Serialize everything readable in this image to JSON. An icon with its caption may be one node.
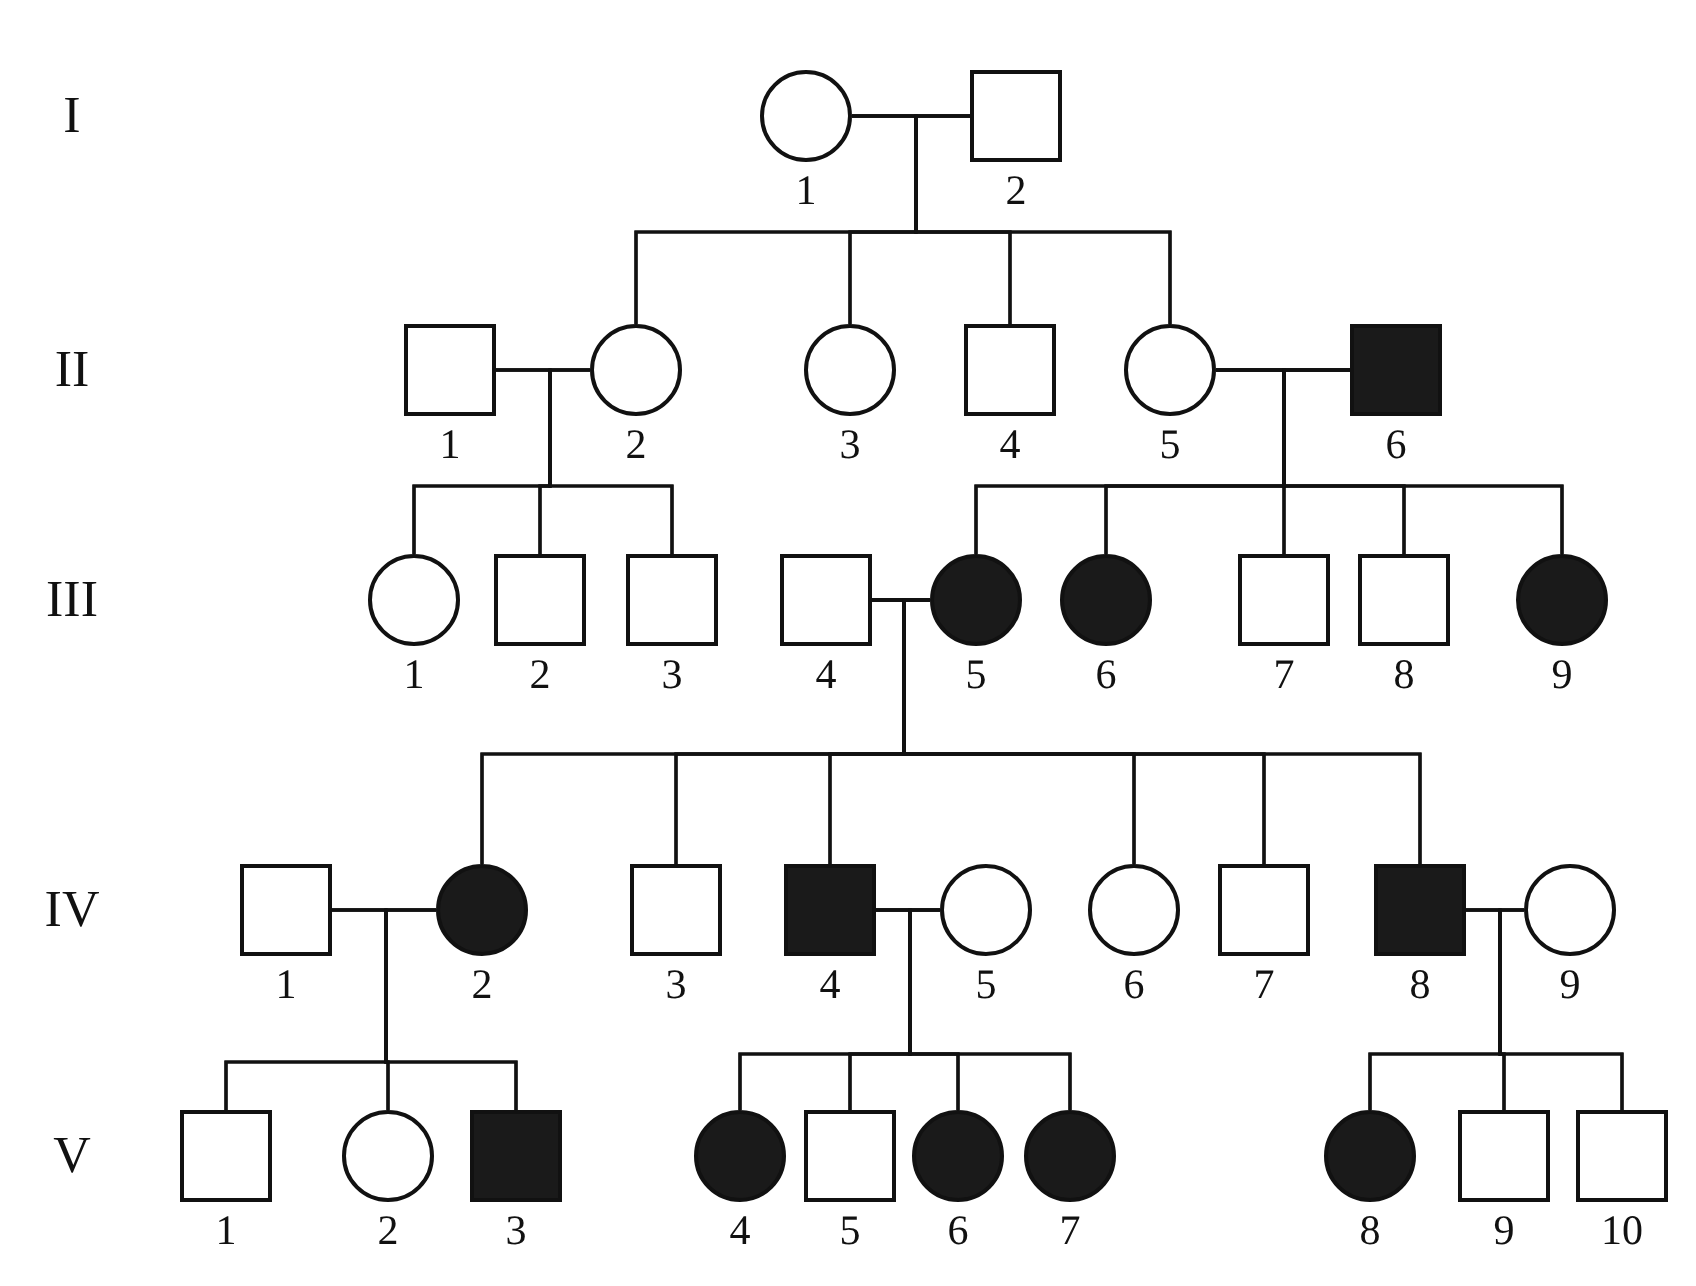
{
  "diagram": {
    "nodes": [
      {
        "text": [],
        "shape": "circle",
        "beside": [
          "1"
        ]
      },
      {
        "text": [],
        "shape": "box",
        "beside": [
          "2"
        ]
      },
      {
        "text": [],
        "shape": "box",
        "beside": [
          "1"
        ]
      },
      {
        "text": [],
        "shape": "circle",
        "beside": [
          "2"
        ]
      },
      {
        "text": [],
        "shape": "circle",
        "beside": [
          "3"
        ]
      },
      {
        "text": [],
        "shape": "box",
        "beside": [
          "4"
        ]
      },
      {
        "text": [],
        "shape": "circle",
        "beside": [
          "5"
        ]
      },
      {
        "text": [],
        "shape": "filled-box",
        "beside": [
          "6"
        ]
      },
      {
        "text": [],
        "shape": "circle",
        "beside": [
          "1"
        ]
      },
      {
        "text": [],
        "shape": "box",
        "beside": [
          "2"
        ]
      },
      {
        "text": [],
        "shape": "box",
        "beside": [
          "3"
        ]
      },
      {
        "text": [],
        "shape": "box",
        "beside": [
          "4"
        ]
      },
      {
        "text": [],
        "shape": "filled-circle",
        "beside": [
          "5"
        ]
      },
      {
        "text": [],
        "shape": "filled-circle",
        "beside": [
          "6"
        ]
      },
      {
        "text": [],
        "shape": "box",
        "beside": [
          "7"
        ]
      },
      {
        "text": [],
        "shape": "box",
        "beside": [
          "8"
        ]
      },
      {
        "text": [],
        "shape": "filled-circle",
        "beside": [
          "9"
        ]
      },
      {
        "text": [],
        "shape": "box",
        "beside": [
          "1"
        ]
      },
      {
        "text": [],
        "shape": "filled-circle",
        "beside": [
          "2"
        ]
      },
      {
        "text": [],
        "shape": "box",
        "beside": [
          "3"
        ]
      },
      {
        "text": [],
        "shape": "filled-box",
        "beside": [
          "4"
        ]
      },
      {
        "text": [],
        "shape": "circle",
        "beside": [
          "5"
        ]
      },
      {
        "text": [],
        "shape": "circle",
        "beside": [
          "6"
        ]
      },
      {
        "text": [],
        "shape": "box",
        "beside": [
          "7"
        ]
      },
      {
        "text": [],
        "shape": "filled-box",
        "beside": [
          "8"
        ]
      },
      {
        "text": [],
        "shape": "circle",
        "beside": [
          "9"
        ]
      },
      {
        "text": [],
        "shape": "box",
        "beside": [
          "1"
        ]
      },
      {
        "text": [],
        "shape": "circle",
        "beside": [
          "2"
        ]
      },
      {
        "text": [],
        "shape": "filled-box",
        "beside": [
          "3"
        ]
      },
      {
        "text": [],
        "shape": "filled-circle",
        "beside": [
          "4"
        ]
      },
      {
        "text": [],
        "shape": "box",
        "beside": [
          "5"
        ]
      },
      {
        "text": [],
        "shape": "filled-circle",
        "beside": [
          "6"
        ]
      },
      {
        "text": [],
        "shape": "filled-circle",
        "beside": [
          "7"
        ]
      },
      {
        "text": [],
        "shape": "filled-circle",
        "beside": [
          "8"
        ]
      },
      {
        "text": [],
        "shape": "box",
        "beside": [
          "9"
        ]
      },
      {
        "text": [],
        "shape": "box",
        "beside": [
          "10"
        ]
      }
    ],
    "edges": [
      {
        "from": 0,
        "to": 1,
        "arrow": "none"
      },
      {
        "from": 2,
        "to": 3,
        "arrow": "none"
      },
      {
        "from": 6,
        "to": 7,
        "arrow": "none"
      },
      {
        "from": 11,
        "to": 12,
        "arrow": "none"
      },
      {
        "from": 17,
        "to": 18,
        "arrow": "none"
      },
      {
        "from": 20,
        "to": 21,
        "arrow": "none"
      },
      {
        "from": 24,
        "to": 25,
        "arrow": "none"
      },
      {
        "from": 0,
        "to": 3,
        "arrow": "none"
      },
      {
        "from": 1,
        "to": 3,
        "arrow": "none"
      },
      {
        "from": 0,
        "to": 4,
        "arrow": "none"
      },
      {
        "from": 1,
        "to": 4,
        "arrow": "none"
      },
      {
        "from": 0,
        "to": 5,
        "arrow": "none"
      },
      {
        "from": 1,
        "to": 5,
        "arrow": "none"
      },
      {
        "from": 0,
        "to": 6,
        "arrow": "none"
      },
      {
        "from": 1,
        "to": 6,
        "arrow": "none"
      },
      {
        "from": 2,
        "to": 8,
        "arrow": "none"
      },
      {
        "from": 3,
        "to": 8,
        "arrow": "none"
      },
      {
        "from": 2,
        "to": 9,
        "arrow": "none"
      },
      {
        "from": 3,
        "to": 9,
        "arrow": "none"
      },
      {
        "from": 2,
        "to": 10,
        "arrow": "none"
      },
      {
        "from": 3,
        "to": 10,
        "arrow": "none"
      },
      {
        "from": 6,
        "to": 12,
        "arrow": "none"
      },
      {
        "from": 7,
        "to": 12,
        "arrow": "none"
      },
      {
        "from": 6,
        "to": 13,
        "arrow": "none"
      },
      {
        "from": 7,
        "to": 13,
        "arrow": "none"
      },
      {
        "from": 6,
        "to": 14,
        "arrow": "none"
      },
      {
        "from": 7,
        "to": 14,
        "arrow": "none"
      },
      {
        "from": 6,
        "to": 15,
        "arrow": "none"
      },
      {
        "from": 7,
        "to": 15,
        "arrow": "none"
      },
      {
        "from": 6,
        "to": 16,
        "arrow": "none"
      },
      {
        "from": 7,
        "to": 16,
        "arrow": "none"
      },
      {
        "from": 11,
        "to": 18,
        "arrow": "none"
      },
      {
        "from": 12,
        "to": 18,
        "arrow": "none"
      },
      {
        "from": 11,
        "to": 19,
        "arrow": "none"
      },
      {
        "from": 12,
        "to": 19,
        "arrow": "none"
      },
      {
        "from": 11,
        "to": 20,
        "arrow": "none"
      },
      {
        "from": 12,
        "to": 20,
        "arrow": "none"
      },
      {
        "from": 11,
        "to": 22,
        "arrow": "none"
      },
      {
        "from": 12,
        "to": 22,
        "arrow": "none"
      },
      {
        "from": 11,
        "to": 23,
        "arrow": "none"
      },
      {
        "from": 12,
        "to": 23,
        "arrow": "none"
      },
      {
        "from": 11,
        "to": 24,
        "arrow": "none"
      },
      {
        "from": 12,
        "to": 24,
        "arrow": "none"
      },
      {
        "from": 17,
        "to": 26,
        "arrow": "none"
      },
      {
        "from": 18,
        "to": 26,
        "arrow": "none"
      },
      {
        "from": 17,
        "to": 27,
        "arrow": "none"
      },
      {
        "from": 18,
        "to": 27,
        "arrow": "none"
      },
      {
        "from": 17,
        "to": 28,
        "arrow": "none"
      },
      {
        "from": 18,
        "to": 28,
        "arrow": "none"
      },
      {
        "from": 20,
        "to": 29,
        "arrow": "none"
      },
      {
        "from": 21,
        "to": 29,
        "arrow": "none"
      },
      {
        "from": 20,
        "to": 30,
        "arrow": "none"
      },
      {
        "from": 21,
        "to": 30,
        "arrow": "none"
      },
      {
        "from": 20,
        "to": 31,
        "arrow": "none"
      },
      {
        "from": 21,
        "to": 31,
        "arrow": "none"
      },
      {
        "from": 20,
        "to": 32,
        "arrow": "none"
      },
      {
        "from": 21,
        "to": 32,
        "arrow": "none"
      },
      {
        "from": 24,
        "to": 33,
        "arrow": "none"
      },
      {
        "from": 25,
        "to": 33,
        "arrow": "none"
      },
      {
        "from": 24,
        "to": 34,
        "arrow": "none"
      },
      {
        "from": 25,
        "to": 34,
        "arrow": "none"
      },
      {
        "from": 24,
        "to": 35,
        "arrow": "none"
      },
      {
        "from": 25,
        "to": 35,
        "arrow": "none"
      }
    ],
    "labels": [
      "I",
      "II",
      "III",
      "IV",
      "V"
    ]
  }
}
